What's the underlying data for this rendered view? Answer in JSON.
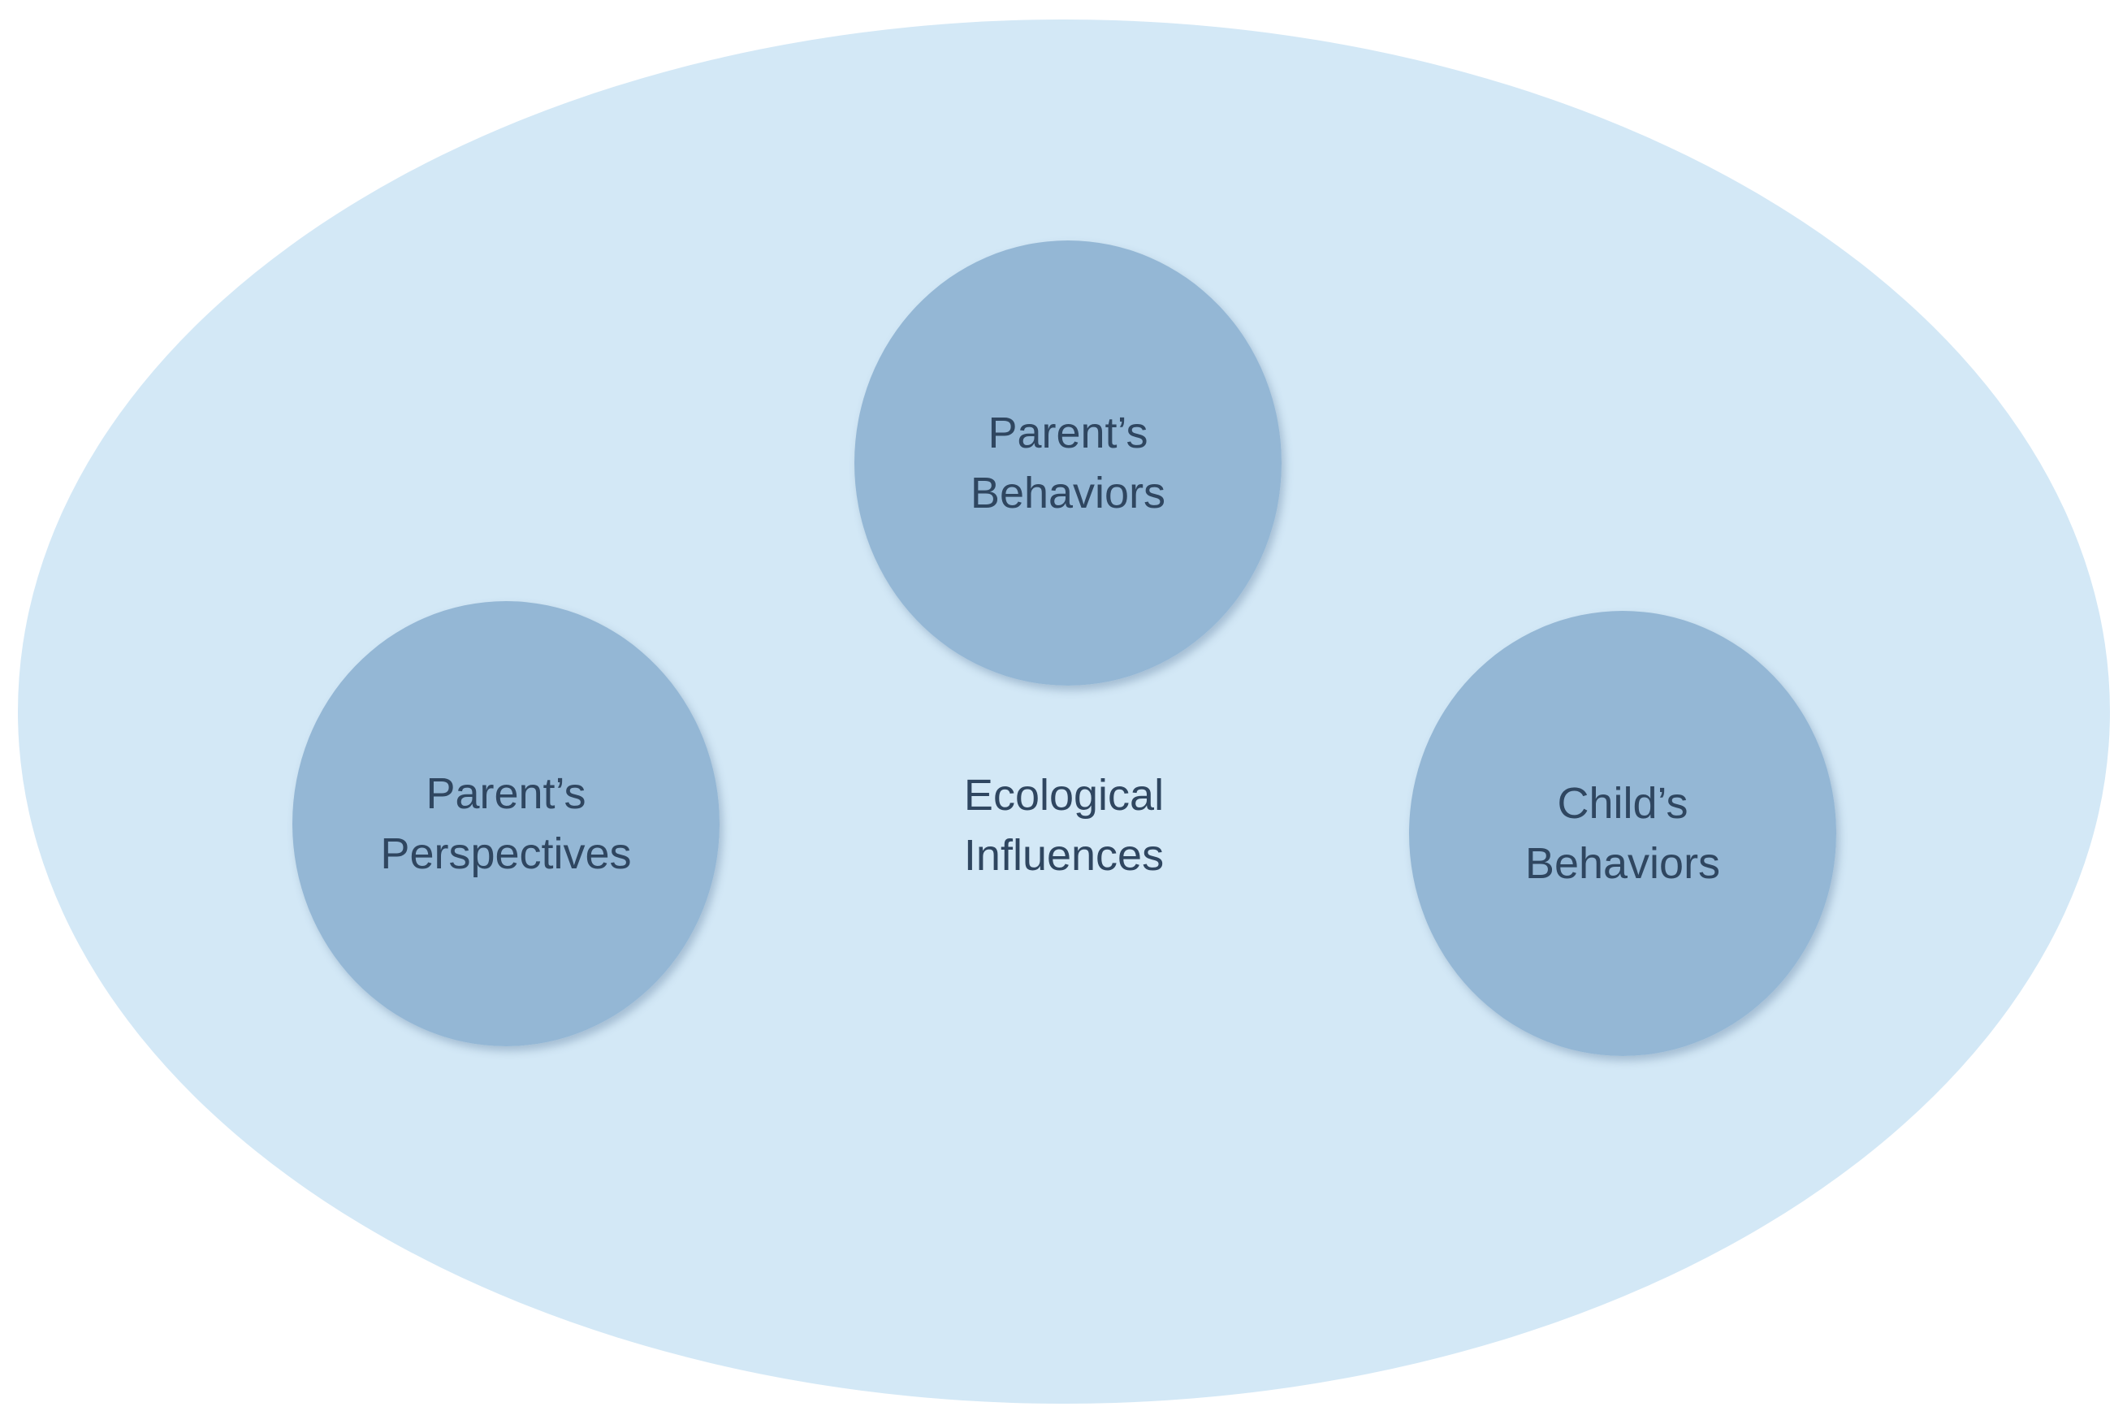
{
  "diagram": {
    "outer_label": [
      "Ecological",
      "Influences"
    ],
    "nodes": [
      {
        "id": "parent-behaviors",
        "lines": [
          "Parent’s",
          "Behaviors"
        ]
      },
      {
        "id": "parent-perspectives",
        "lines": [
          "Parent’s",
          "Perspectives"
        ]
      },
      {
        "id": "child-behaviors",
        "lines": [
          "Child’s",
          "Behaviors"
        ]
      }
    ]
  },
  "colors": {
    "outer_fill": "#d3e8f6",
    "circle_fill": "#94b7d5",
    "text": "#2f4660"
  }
}
